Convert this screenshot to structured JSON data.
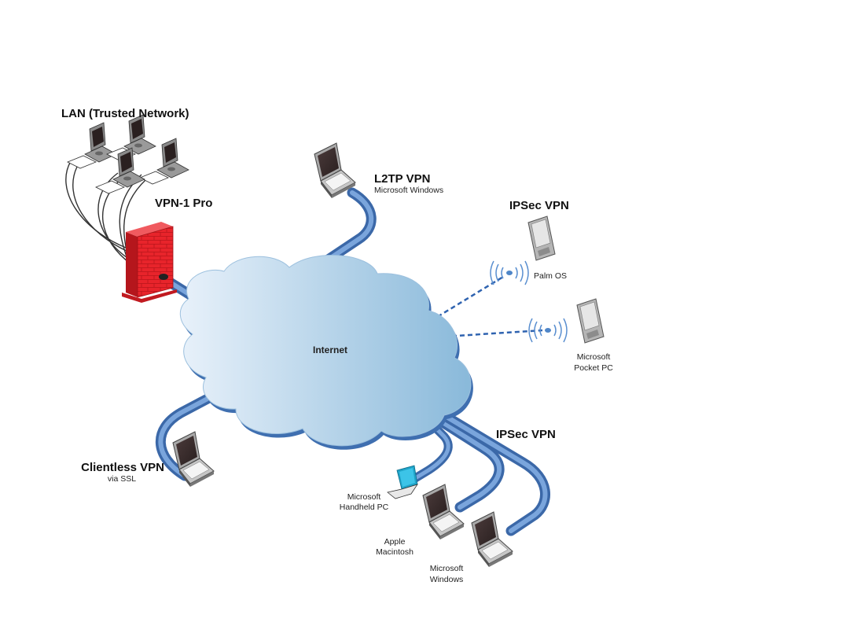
{
  "diagram": {
    "lan": {
      "title": "LAN (Trusted Network)",
      "workstation_count": 5
    },
    "firewall": {
      "title": "VPN-1 Pro",
      "color": "#e8242b"
    },
    "cloud": {
      "label": "Internet"
    },
    "l2tp": {
      "title": "L2TP VPN",
      "subtitle": "Microsoft Windows"
    },
    "ipsec_wireless": {
      "title": "IPSec VPN",
      "devices": [
        {
          "label": "Palm OS"
        },
        {
          "label_line1": "Microsoft",
          "label_line2": "Pocket PC"
        }
      ]
    },
    "clientless": {
      "title": "Clientless VPN",
      "subtitle": "via SSL"
    },
    "ipsec_wired": {
      "title": "IPSec VPN",
      "devices": [
        {
          "label_line1": "Microsoft",
          "label_line2": "Handheld PC"
        },
        {
          "label_line1": "Apple",
          "label_line2": "Macintosh"
        },
        {
          "label_line1": "Microsoft",
          "label_line2": "Windows"
        }
      ]
    },
    "colors": {
      "pipe": "#4a7cc0",
      "cloud_light": "#e6f0f9",
      "cloud_dark": "#8dbbdb",
      "firewall": "#e8242b",
      "wireless_link": "#2f63b0",
      "handheld_pc": "#1fa3c8"
    }
  }
}
